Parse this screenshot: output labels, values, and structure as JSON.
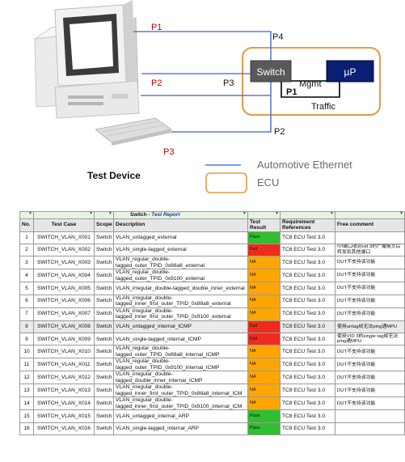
{
  "diagram": {
    "labels": {
      "p1_top": "P1",
      "p2_left": "P2",
      "p3_left": "P3",
      "p4": "P4",
      "p3_mid": "P3",
      "p2_bottom": "P2",
      "switch": "Switch",
      "up": "µP",
      "mgmt": "Mgmt",
      "p1_inner": "P1",
      "traffic": "Traffic",
      "test_device": "Test Device"
    },
    "legend": {
      "ethernet": "Automotive Ethernet",
      "ecu": "ECU"
    },
    "colors": {
      "port_label": "#c00000",
      "ethernet_line": "#5b7bd5",
      "ecu_border": "#e69a45",
      "switch_fill": "#595959",
      "up_fill": "#0a1f73"
    }
  },
  "report": {
    "title_prefix": "Switch - ",
    "title_italic": "Test Report",
    "headers": [
      "No.",
      "Test Case",
      "Scope",
      "Description",
      "Test Result",
      "Requirement References",
      "Free comment"
    ],
    "rows": [
      {
        "no": "1",
        "case": "SWITCH_VLAN_X001",
        "scope": "Switch",
        "desc": "VLAN_untagged_external",
        "result": "Pass",
        "ref": "TC8 ECU Test 3.0",
        "comment": ""
      },
      {
        "no": "2",
        "case": "SWITCH_VLAN_X002",
        "scope": "Switch",
        "desc": "VLAN_single-tagged_external",
        "result": "Fail",
        "ref": "TC8 ECU Test 3.0",
        "comment": "IVI端口收到vid 3的广播报文后转发到其他端口"
      },
      {
        "no": "3",
        "case": "SWITCH_VLAN_X003",
        "scope": "Switch",
        "desc": "VLAN_regular_double-tagged_outer_TPID_0x88a8_external",
        "result": "NA",
        "ref": "TC8 ECU Test 3.0",
        "comment": "DUT不支持该功能"
      },
      {
        "no": "4",
        "case": "SWITCH_VLAN_X004",
        "scope": "Switch",
        "desc": "VLAN_regular_double-tagged_outer_TPID_0x9100_external",
        "result": "NA",
        "ref": "TC8 ECU Test 3.0",
        "comment": "DUT不支持该功能"
      },
      {
        "no": "5",
        "case": "SWITCH_VLAN_X005",
        "scope": "Switch",
        "desc": "VLAN_irregular_double-tagged_double_inner_external",
        "result": "NA",
        "ref": "TC8 ECU Test 3.0",
        "comment": "DUT不支持该功能"
      },
      {
        "no": "6",
        "case": "SWITCH_VLAN_X006",
        "scope": "Switch",
        "desc": "VLAN_irregular_double-tagged_inner_first_outer_TPID_0x88a8_external",
        "result": "NA",
        "ref": "TC8 ECU Test 3.0",
        "comment": "DUT不支持该功能"
      },
      {
        "no": "7",
        "case": "SWITCH_VLAN_X007",
        "scope": "Switch",
        "desc": "VLAN_irregular_double-tagged_inner_first_outer_TPID_0x9100_external",
        "result": "NA",
        "ref": "TC8 ECU Test 3.0",
        "comment": "DUT不支持该功能"
      },
      {
        "no": "8",
        "case": "SWITCH_VLAN_X008",
        "scope": "Switch",
        "desc": "VLAN_untagged_internal_ICMP",
        "result": "Fail",
        "ref": "TC8 ECU Test 3.0",
        "comment": "使用untag帧无法ping通MPU"
      },
      {
        "no": "9",
        "case": "SWITCH_VLAN_X009",
        "scope": "Switch",
        "desc": "VLAN_single-tagged_internal_ICMP",
        "result": "Fail",
        "ref": "TC8 ECU Test 3.0",
        "comment": "使用VID 3的single tag帧无法ping通MPU"
      },
      {
        "no": "10",
        "case": "SWITCH_VLAN_X010",
        "scope": "Switch",
        "desc": "VLAN_regular_double-tagged_outer_TPID_0x88a8_internal_ICMP",
        "result": "NA",
        "ref": "TC8 ECU Test 3.0",
        "comment": "DUT不支持该功能"
      },
      {
        "no": "11",
        "case": "SWITCH_VLAN_X011",
        "scope": "Switch",
        "desc": "VLAN_regular_double-tagged_outer_TPID_0x9100_internal_ICMP",
        "result": "NA",
        "ref": "TC8 ECU Test 3.0",
        "comment": "DUT不支持该功能"
      },
      {
        "no": "12",
        "case": "SWITCH_VLAN_X012",
        "scope": "Switch",
        "desc": "VLAN_irregular_double-tagged_double_inner_internal_ICMP",
        "result": "NA",
        "ref": "TC8 ECU Test 3.0",
        "comment": "DUT不支持该功能"
      },
      {
        "no": "13",
        "case": "SWITCH_VLAN_X013",
        "scope": "Switch",
        "desc": "VLAN_irregular_double-tagged_inner_first_outer_TPID_0x88a8_internal_ICM",
        "result": "NA",
        "ref": "TC8 ECU Test 3.0",
        "comment": "DUT不支持该功能"
      },
      {
        "no": "14",
        "case": "SWITCH_VLAN_X014",
        "scope": "Switch",
        "desc": "VLAN_irregular_double-tagged_inner_first_outer_TPID_0x9100_internal_ICM",
        "result": "NA",
        "ref": "TC8 ECU Test 3.0",
        "comment": "DUT不支持该功能"
      },
      {
        "no": "15",
        "case": "SWITCH_VLAN_X015",
        "scope": "Switch",
        "desc": "VLAN_untagged_internal_ARP",
        "result": "Pass",
        "ref": "TC8 ECU Test 3.0",
        "comment": ""
      },
      {
        "no": "16",
        "case": "SWITCH_VLAN_X016",
        "scope": "Switch",
        "desc": "VLAN_single-tagged_internal_ARP",
        "result": "Pass",
        "ref": "TC8 ECU Test 3.0",
        "comment": ""
      }
    ]
  }
}
